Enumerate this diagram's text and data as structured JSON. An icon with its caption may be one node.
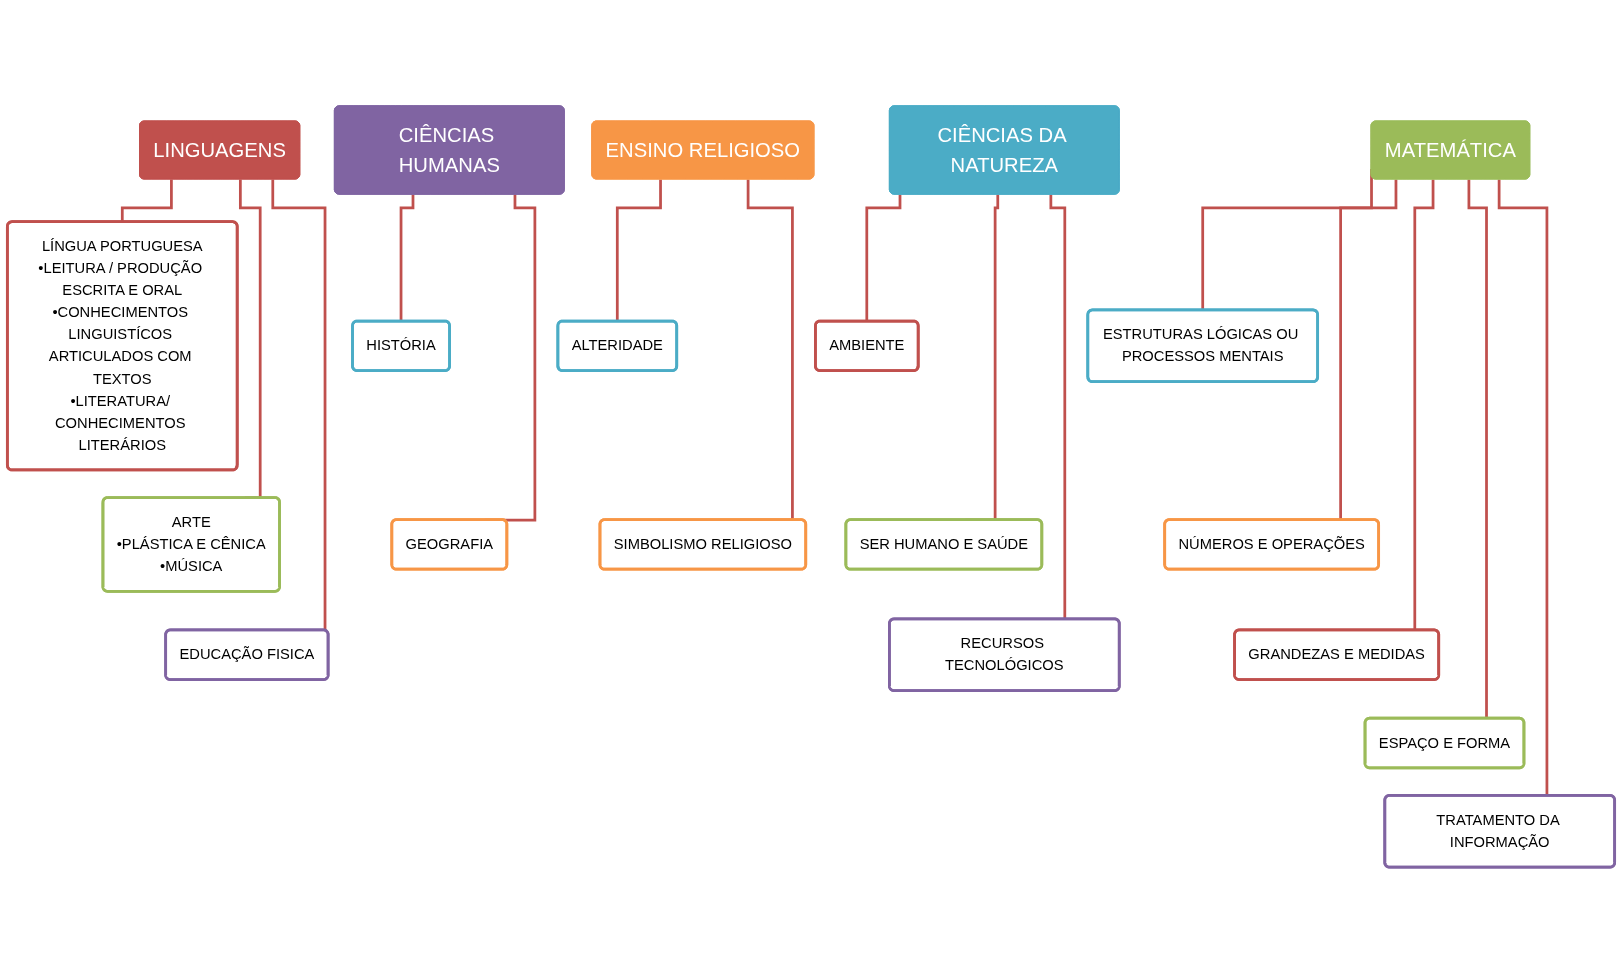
{
  "diagram": {
    "nodes": [
      {
        "text": [
          "LINGUAGENS"
        ]
      },
      {
        "text": [
          "LÍNGUA PORTUGUESA",
          "•LEITURA / PRODUÇÃO ESCRITA E ORAL",
          "•CONHECIMENTOS LINGUISTÍCOS ARTICULADOS COM TEXTOS",
          "•LITERATURA/ CONHECIMENTOS LITERÁRIOS"
        ]
      },
      {
        "text": [
          "ARTE",
          "•PLÁSTICA E CÊNICA",
          "•MÚSICA"
        ]
      },
      {
        "text": [
          "EDUCAÇÃO FISICA"
        ]
      },
      {
        "text": [
          "MATEMÁTICA"
        ]
      },
      {
        "text": [
          "ESTRUTURAS LÓGICAS OU PROCESSOS MENTAIS"
        ]
      },
      {
        "text": [
          "NÚMEROS E OPERAÇÕES"
        ]
      },
      {
        "text": [
          "GRANDEZAS E MEDIDAS"
        ]
      },
      {
        "text": [
          "ESPAÇO E FORMA"
        ]
      },
      {
        "text": [
          "TRATAMENTO DA INFORMAÇÃO"
        ]
      },
      {
        "text": [
          "CIÊNCIAS HUMANAS"
        ]
      },
      {
        "text": [
          "HISTÓRIA"
        ]
      },
      {
        "text": [
          "GEOGRAFIA"
        ]
      },
      {
        "text": [
          "CIÊNCIAS DA NATUREZA"
        ]
      },
      {
        "text": [
          "AMBIENTE"
        ]
      },
      {
        "text": [
          "SER HUMANO E SAÚDE"
        ]
      },
      {
        "text": [
          "RECURSOS TECNOLÓGICOS"
        ]
      },
      {
        "text": [
          "ENSINO RELIGIOSO"
        ]
      },
      {
        "text": [
          "ALTERIDADE"
        ]
      },
      {
        "text": [
          "SIMBOLISMO RELIGIOSO"
        ]
      }
    ],
    "edges": [
      {
        "from": 0,
        "to": 1,
        "arrow": "none"
      },
      {
        "from": 0,
        "to": 2,
        "arrow": "none"
      },
      {
        "from": 0,
        "to": 3,
        "arrow": "none"
      },
      {
        "from": 4,
        "to": 5,
        "arrow": "none"
      },
      {
        "from": 4,
        "to": 6,
        "arrow": "none"
      },
      {
        "from": 4,
        "to": 7,
        "arrow": "none"
      },
      {
        "from": 4,
        "to": 8,
        "arrow": "none"
      },
      {
        "from": 4,
        "to": 9,
        "arrow": "none"
      },
      {
        "from": 10,
        "to": 11,
        "arrow": "none"
      },
      {
        "from": 10,
        "to": 12,
        "arrow": "none"
      },
      {
        "from": 13,
        "to": 14,
        "arrow": "none"
      },
      {
        "from": 13,
        "to": 15,
        "arrow": "none"
      },
      {
        "from": 13,
        "to": 16,
        "arrow": "none"
      },
      {
        "from": 17,
        "to": 18,
        "arrow": "none"
      },
      {
        "from": 17,
        "to": 19,
        "arrow": "none"
      }
    ]
  }
}
